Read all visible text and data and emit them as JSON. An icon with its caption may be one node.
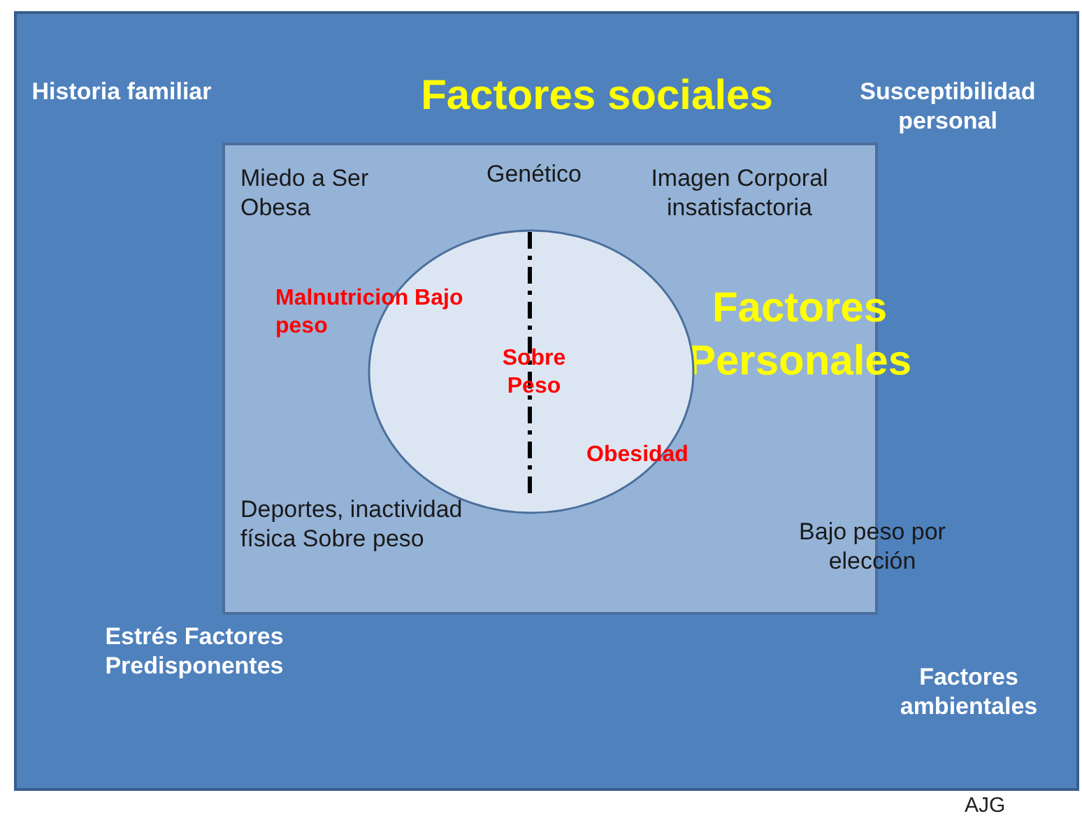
{
  "diagram": {
    "nodes": [
      {
        "text": [
          "Historia familiar",
          "Factores sociales",
          "Susceptibilidad personal",
          "Estrés Factores Predisponentes",
          "Factores ambientales"
        ]
      },
      {
        "text": [
          "Miedo a Ser Obesa",
          "Genético",
          "Imagen Corporal insatisfactoria",
          "Factores Personales",
          "Deportes, inactividad física Sobre peso",
          "Bajo peso por elección"
        ],
        "in": 0
      },
      {
        "text": [
          "Malnutricion Bajo peso",
          "Sobre Peso",
          "Obesidad"
        ],
        "in": 1
      }
    ],
    "labels": [
      "AJG"
    ]
  }
}
